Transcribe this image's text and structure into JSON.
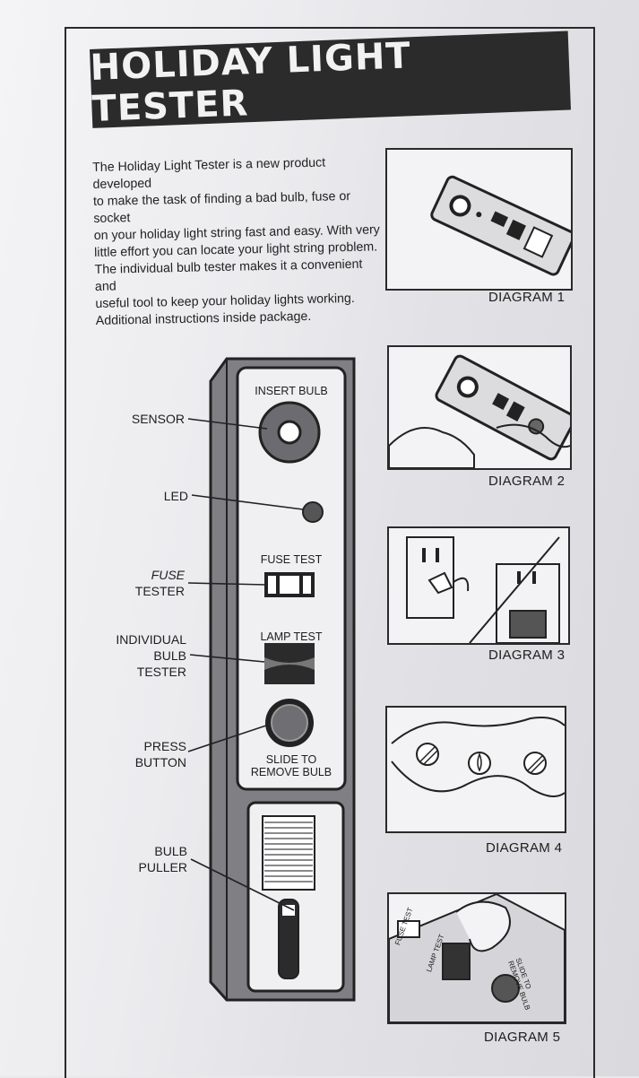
{
  "title": "HOLIDAY LIGHT TESTER",
  "intro_lines": [
    "The Holiday Light Tester is a new product developed",
    "to make the task of finding a bad bulb, fuse or socket",
    "on your holiday light string fast and easy. With very",
    "little effort you can locate your light string problem.",
    "The individual bulb tester makes it a convenient and",
    "useful tool to keep your holiday lights working.",
    "Additional instructions inside package."
  ],
  "diagrams": [
    {
      "label": "DIAGRAM 1"
    },
    {
      "label": "DIAGRAM 2"
    },
    {
      "label": "DIAGRAM 3"
    },
    {
      "label": "DIAGRAM 4"
    },
    {
      "label": "DIAGRAM 5"
    }
  ],
  "callouts": {
    "sensor": "SENSOR",
    "led": "LED",
    "fuse_line1": "FUSE",
    "fuse_line2": "TESTER",
    "bulb_line1": "INDIVIDUAL",
    "bulb_line2": "BULB",
    "bulb_line3": "TESTER",
    "press_line1": "PRESS",
    "press_line2": "BUTTON",
    "puller_line1": "BULB",
    "puller_line2": "PULLER"
  },
  "device": {
    "insert_bulb": "INSERT BULB",
    "fuse_test": "FUSE TEST",
    "lamp_test": "LAMP TEST",
    "slide_line1": "SLIDE TO",
    "slide_line2": "REMOVE BULB"
  },
  "diagram5_text": {
    "fuse_test": "FUSE TEST",
    "lamp_test": "LAMP TEST",
    "slide": "SLIDE TO REMOVE BULB"
  },
  "colors": {
    "ink": "#2b2b2b",
    "paper": "#ececef",
    "led": "#555555"
  }
}
